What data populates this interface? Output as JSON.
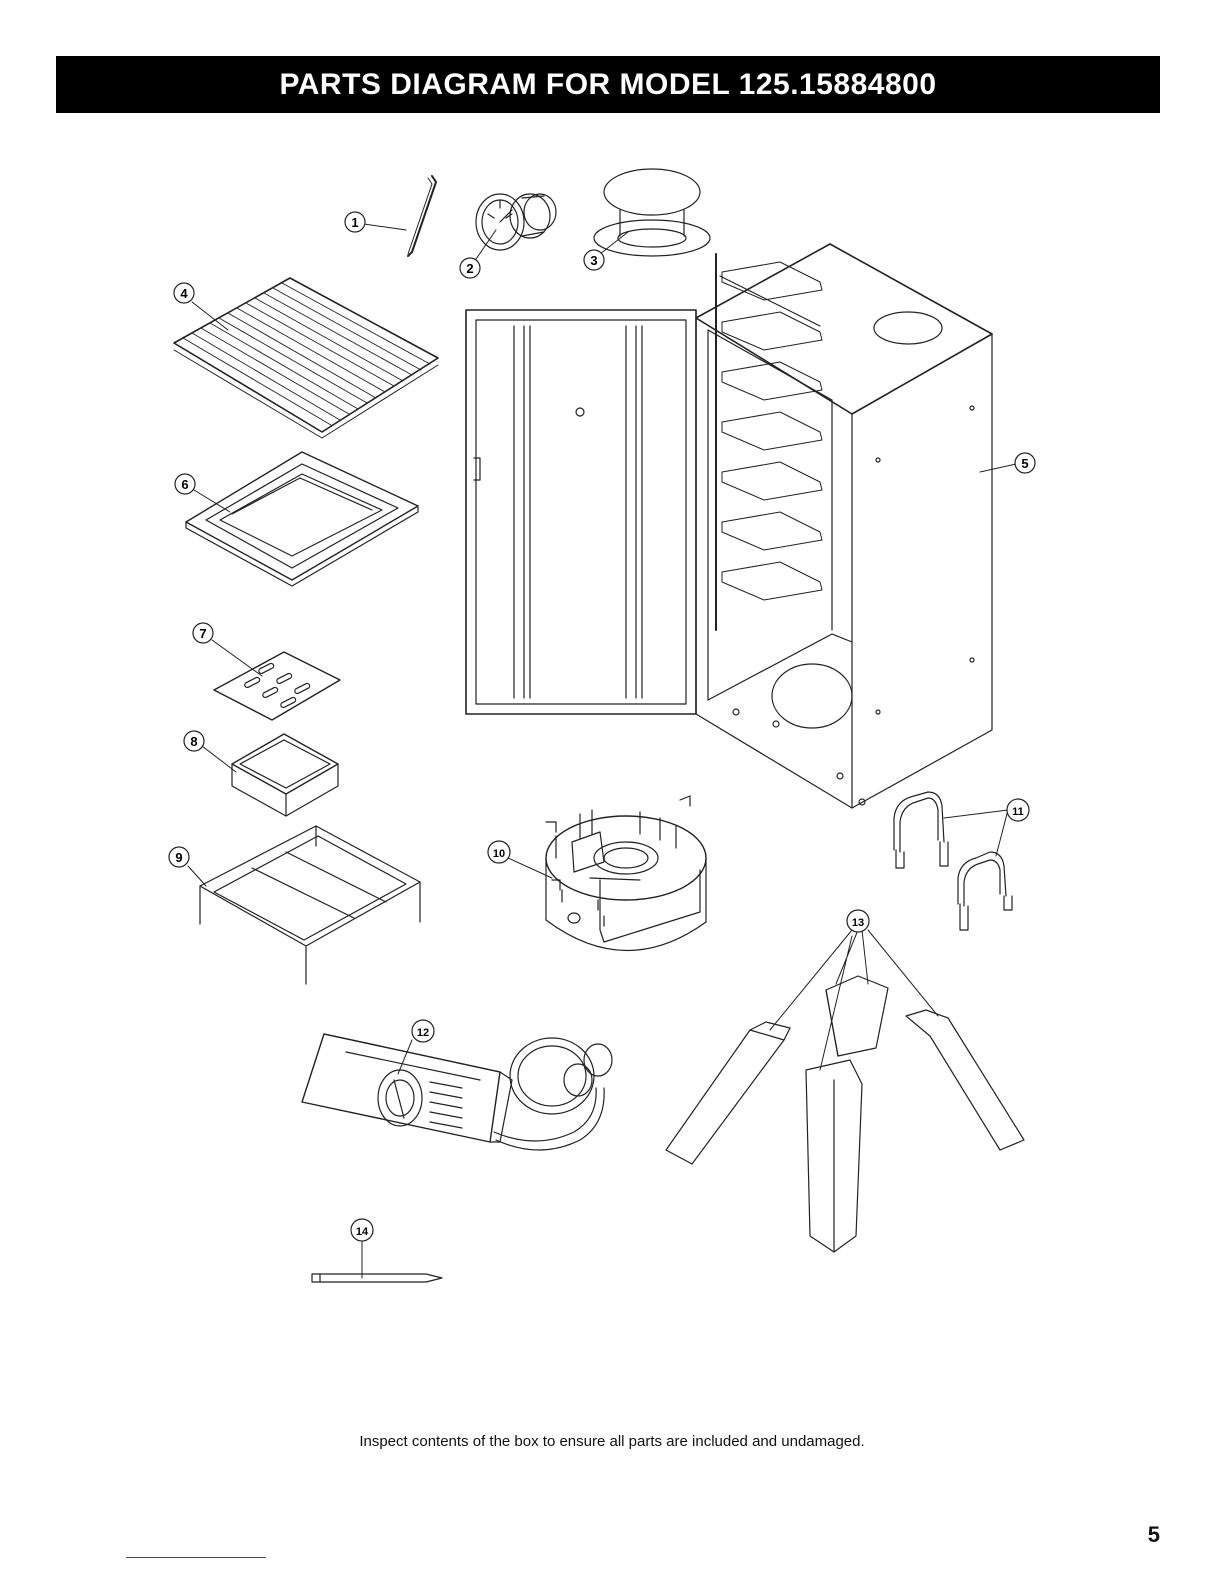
{
  "page": {
    "title": "PARTS DIAGRAM FOR MODEL 125.15884800",
    "note": "Inspect contents of the box to ensure all parts are included and undamaged.",
    "page_number": "5"
  },
  "callouts": [
    "1",
    "2",
    "3",
    "4",
    "5",
    "6",
    "7",
    "8",
    "9",
    "10",
    "11",
    "12",
    "13",
    "14"
  ],
  "colors": {
    "title_bg": "#000000",
    "title_text": "#ffffff",
    "line": "#222222",
    "rule": "#2a3fd0"
  }
}
